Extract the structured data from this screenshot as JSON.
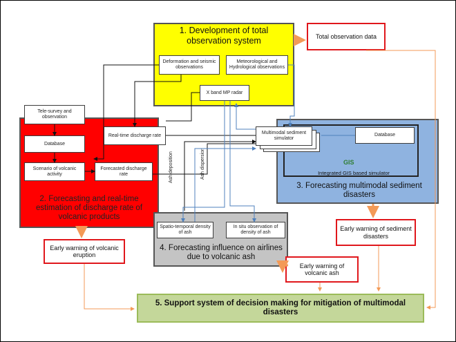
{
  "colors": {
    "yellow": "#ffff00",
    "red": "#ff0000",
    "blue": "#8fb3e0",
    "gray": "#c4c4c4",
    "green": "#c4d79a",
    "orange_arrow": "#f39a57",
    "box_border_red": "#e0161b",
    "wire_blue": "#4f81bd"
  },
  "section1": {
    "title": "1. Development of total observation system",
    "box_deformation": "Deformation and seismic observations",
    "box_meteorological": "Meteorological and Hydrological observations",
    "box_xband": "X band MP radar"
  },
  "total_observation": "Total observation data",
  "section2": {
    "title": "2. Forecasting and real-time estimation of discharge rate of volcanic products",
    "box_tele": "Tele-survey and observation",
    "box_database": "Database",
    "box_scenario": "Scenario of volcanic activity",
    "box_forecasted": "Forecasted discharge rate",
    "box_realtime": "Real-time discharge rate"
  },
  "section3": {
    "title": "3. Forecasting multimodal sediment disasters",
    "box_multimodal": "Multimodal sediment simulator",
    "box_database": "Database",
    "gis_label": "GIS",
    "integrated_label": "Integrated GIS based simulator"
  },
  "section4": {
    "title": "4. Forecasting influence on airlines due to volcanic ash",
    "box_spatio": "Spatio-temporal density of ash",
    "box_insitu": "In situ observation of density of ash",
    "label_ash_deposition": "Ash deposition",
    "label_ash_dispersion": "Ash dispersion"
  },
  "early_sediment": "Early warning of sediment disasters",
  "early_eruption": "Early warning of volcanic eruption",
  "early_ash": "Early warning of volcanic ash",
  "section5": {
    "title": "5. Support system of decision making for mitigation of multimodal disasters"
  }
}
